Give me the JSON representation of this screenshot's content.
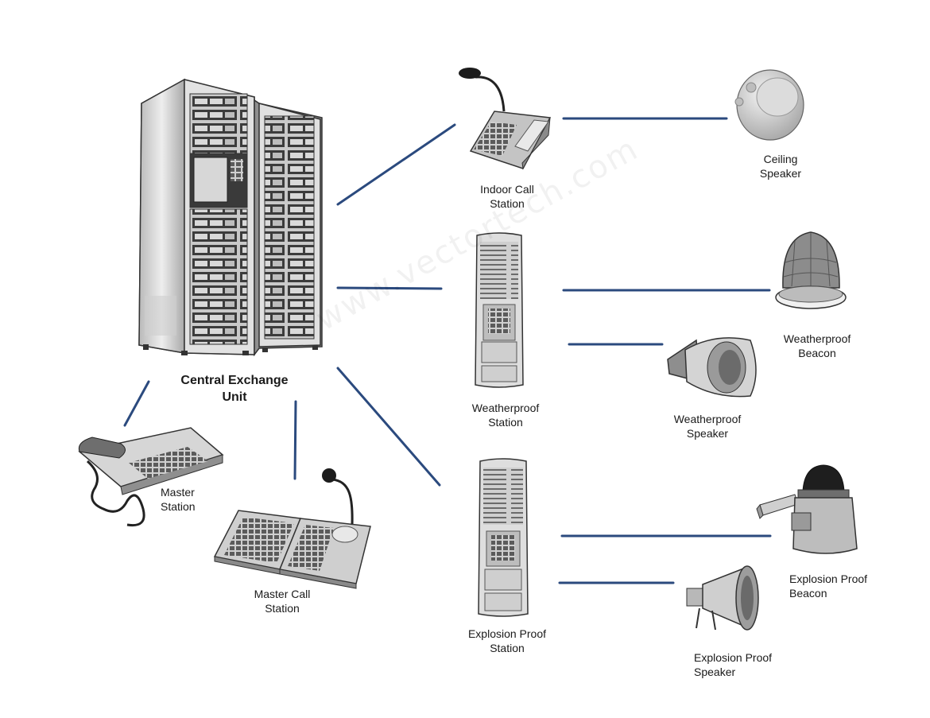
{
  "colors": {
    "connector": "#2b4a7e",
    "device_dark": "#4a4a4a",
    "device_mid": "#9a9a9a",
    "device_light": "#d8d8d8"
  },
  "watermark": "www.vectortech.com",
  "nodes": {
    "central": {
      "line1": "Central Exchange",
      "line2": "Unit",
      "icon": "server-rack-icon"
    },
    "indoor_call": {
      "line1": "Indoor Call",
      "line2": "Station",
      "icon": "desk-microphone-station-icon"
    },
    "ceiling_speaker": {
      "line1": "Ceiling",
      "line2": "Speaker",
      "icon": "ceiling-speaker-icon"
    },
    "weatherproof_station": {
      "line1": "Weatherproof",
      "line2": "Station",
      "icon": "wall-station-icon"
    },
    "weatherproof_beacon": {
      "line1": "Weatherproof",
      "line2": "Beacon",
      "icon": "beacon-icon"
    },
    "weatherproof_speaker": {
      "line1": "Weatherproof",
      "line2": "Speaker",
      "icon": "horn-speaker-icon"
    },
    "explosion_station": {
      "line1": "Explosion Proof",
      "line2": "Station",
      "icon": "wall-station-icon"
    },
    "explosion_beacon": {
      "line1": "Explosion Proof",
      "line2": "Beacon",
      "icon": "explosion-proof-beacon-icon"
    },
    "explosion_speaker": {
      "line1": "Explosion Proof",
      "line2": "Speaker",
      "icon": "megaphone-speaker-icon"
    },
    "master_station": {
      "line1": "Master",
      "line2": "Station",
      "icon": "telephone-console-icon"
    },
    "master_call_station": {
      "line1": "Master Call",
      "line2": "Station",
      "icon": "keypad-microphone-console-icon"
    }
  }
}
